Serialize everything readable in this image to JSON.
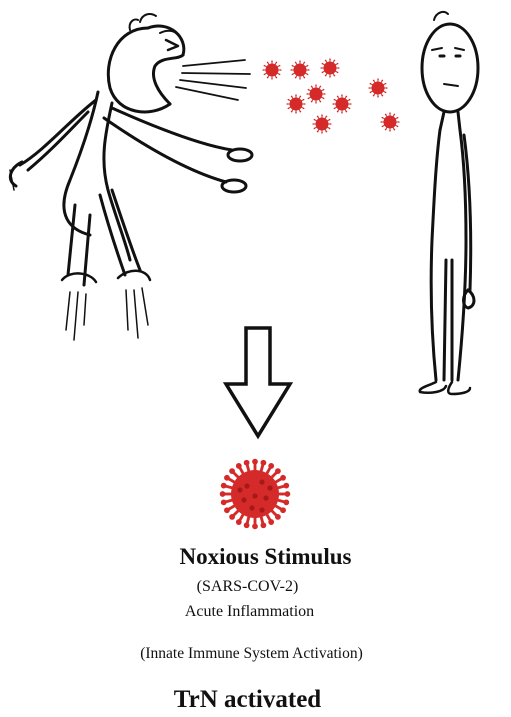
{
  "labels": {
    "title": "Noxious Stimulus",
    "virus": "(SARS-COV-2)",
    "inflammation": "Acute Inflammation",
    "innate": "(Innate Immune System Activation)",
    "result": "TrN activated"
  },
  "colors": {
    "virus": "#d42a2a",
    "virus_dark": "#a81818",
    "stroke": "#111111"
  },
  "icons": [
    "sneezing-person-icon",
    "standing-person-icon",
    "virus-droplet-icon",
    "down-arrow-icon",
    "coronavirus-icon"
  ]
}
